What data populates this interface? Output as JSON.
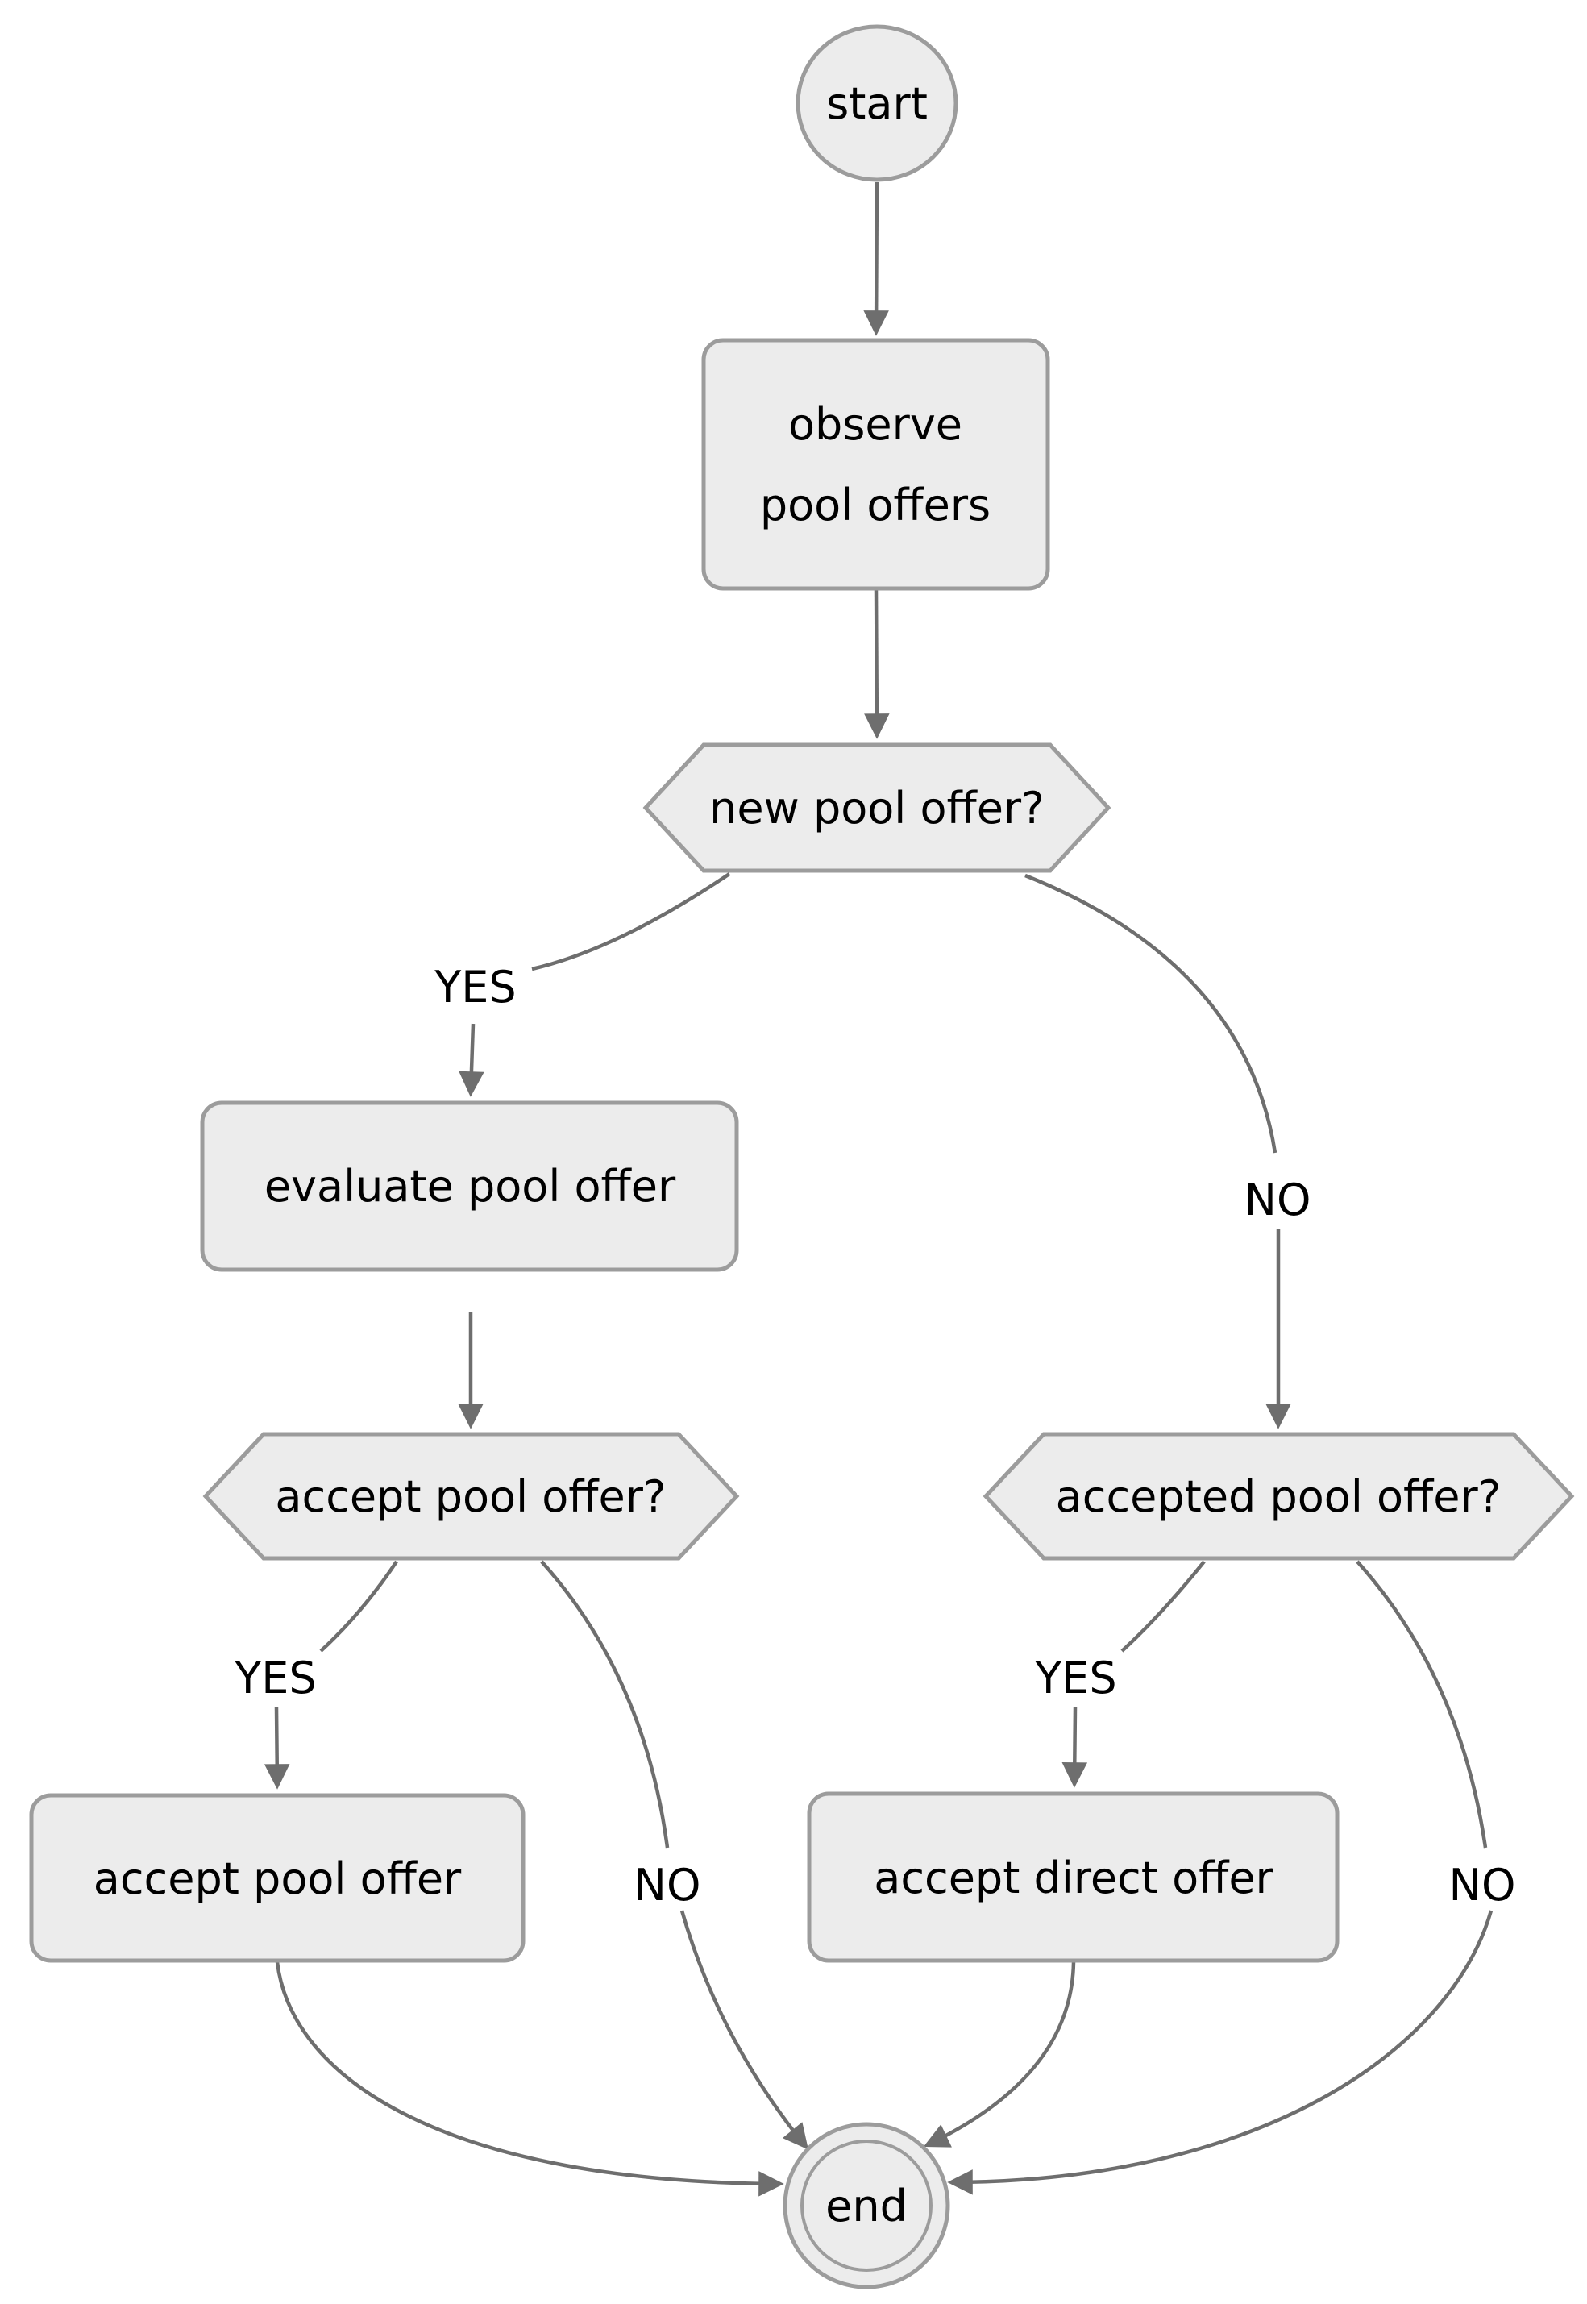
{
  "diagram": {
    "type": "flowchart",
    "nodes": {
      "start": "start",
      "observe": {
        "line1": "observe",
        "line2": "pool offers"
      },
      "new_pool_offer_q": "new pool offer?",
      "evaluate_pool_offer": "evaluate pool offer",
      "accept_pool_offer_q": "accept pool offer?",
      "accepted_pool_offer_q": "accepted pool offer?",
      "accept_pool_offer": "accept pool offer",
      "accept_direct_offer": "accept direct offer",
      "end": "end"
    },
    "edge_labels": {
      "new_pool_yes": "YES",
      "new_pool_no": "NO",
      "accept_pool_yes": "YES",
      "accept_pool_no": "NO",
      "accepted_pool_yes": "YES",
      "accepted_pool_no": "NO"
    },
    "colors": {
      "background": "#ffffff",
      "node_fill": "#ececec",
      "node_border": "#9c9c9c",
      "edge": "#6e6e6e",
      "text": "#000000"
    }
  }
}
